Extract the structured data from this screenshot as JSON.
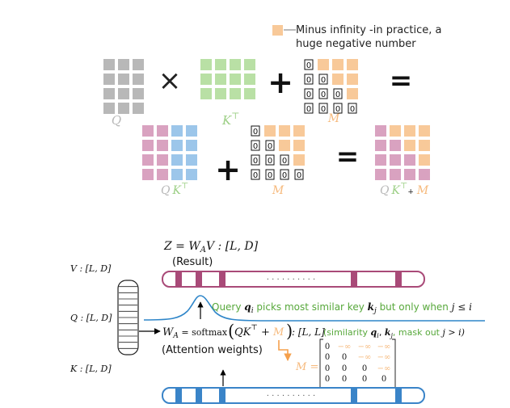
{
  "colors": {
    "gray": "#b8b8b8",
    "green": "#b9e0a5",
    "green_text": "#9ccf85",
    "orange": "#f8c999",
    "orange_text": "#f6b97c",
    "pink": "#d9a2c0",
    "blue": "#9cc6ea",
    "maroon": "#a94a78",
    "strip_blue": "#3a84c8",
    "curve": "#2f86c9",
    "text_green": "#57a83b",
    "arrow_orange": "#f5a04c"
  },
  "legend": {
    "line1": "Minus infinity -in practice, a",
    "line2": "huge negative number"
  },
  "row1": {
    "q_label": "Q",
    "k_label": "K",
    "k_sup": "⊤",
    "m_label": "M",
    "times": "×",
    "plus": "+",
    "equals": "="
  },
  "row2": {
    "qk_label_q": "Q",
    "qk_label_k": "K",
    "qk_label_sup": "⊤",
    "m_label": "M",
    "plus": "+",
    "equals": "=",
    "res_label_q": "Q",
    "res_label_k": "K",
    "res_label_sup": "⊤",
    "res_label_plus": "+",
    "res_label_m": "M"
  },
  "mask_zero": "0",
  "bottom": {
    "z_eq": "Z = W",
    "z_sub": "A",
    "z_rest": "V : [L, D]",
    "result": "(Result)",
    "v_label": "V : [L, D]",
    "q_label": "Q : [L, D]",
    "k_label": "K : [L, D]",
    "dots_top": "· · · · · · · · · ·",
    "dots_bottom": "· · · · · · · · · ·",
    "query_a": "Query ",
    "query_q": "q",
    "query_qsub": "i",
    "query_b": " picks most similar key ",
    "query_k": "k",
    "query_ksub": "j",
    "query_c": " but only when ",
    "query_cond": "j ≤ i",
    "wa_w": "W",
    "wa_sub": "A",
    "wa_eq": " = softmax",
    "wa_qk": "QK",
    "wa_sup": "⊤",
    "wa_plus": " + ",
    "wa_m": "M",
    "wa_ll": " : [L, L]",
    "sim_a": "(similarity ",
    "sim_q": "q",
    "sim_qsub": "i",
    "sim_comma": ", ",
    "sim_k": "k",
    "sim_ksub": "j",
    "sim_b": ", mask out ",
    "sim_cond": "j > i)",
    "attn": "(Attention weights)",
    "m_eq": "M =",
    "matrix": [
      [
        "0",
        "−∞",
        "−∞",
        "−∞"
      ],
      [
        "0",
        "0",
        "−∞",
        "−∞"
      ],
      [
        "0",
        "0",
        "0",
        "−∞"
      ],
      [
        "0",
        "0",
        "0",
        "0"
      ]
    ]
  }
}
